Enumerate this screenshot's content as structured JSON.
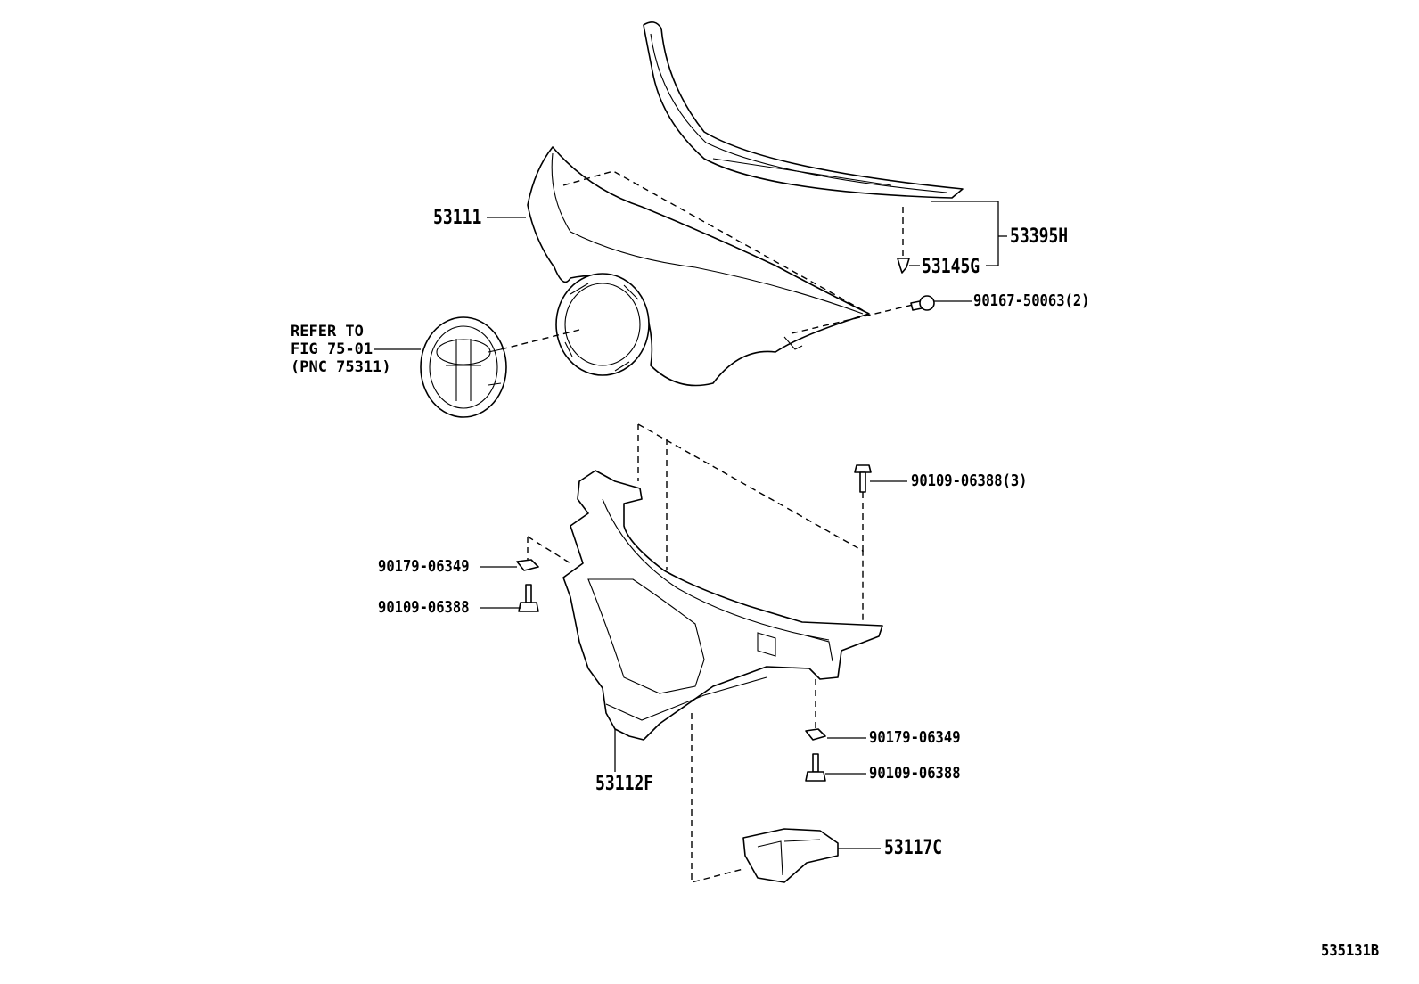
{
  "diagram": {
    "figure_code": "535131B",
    "labels": {
      "hood_panel": "53111",
      "hood_molding": "53395H",
      "clip": "53145G",
      "screw": "90167-50063(2)",
      "emblem_ref_line1": "REFER TO",
      "emblem_ref_line2": "FIG 75-01",
      "emblem_ref_line3": "(PNC 75311)",
      "top_bolt": "90109-06388(3)",
      "left_nut": "90179-06349",
      "left_bolt": "90109-06388",
      "support": "53112F",
      "right_nut": "90179-06349",
      "right_bolt": "90109-06388",
      "bracket": "53117C"
    }
  }
}
